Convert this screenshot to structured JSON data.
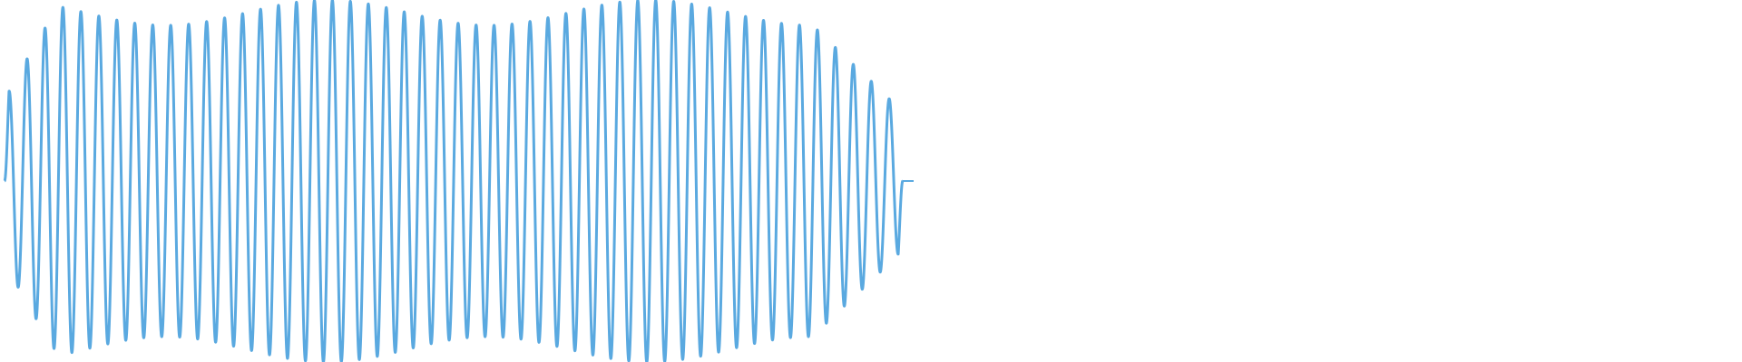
{
  "waveform": {
    "color": "#5aa9e0",
    "cycles": 50,
    "envelope": {
      "start_level": 0.45,
      "ramp_in_cycles": 3,
      "sustain_level": 1.0,
      "ramp_out_cycles": 5,
      "end_level": 0.4
    }
  }
}
